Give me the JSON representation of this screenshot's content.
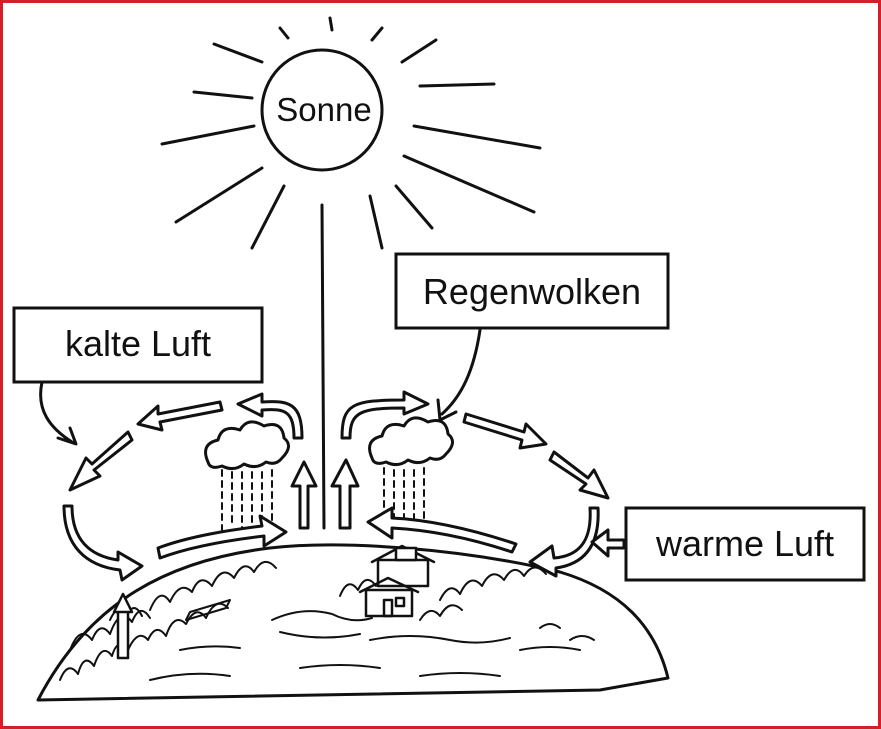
{
  "labels": {
    "sun": "Sonne",
    "rain_clouds": "Regenwolken",
    "cold_air": "kalte Luft",
    "warm_air": "warme Luft"
  },
  "colors": {
    "frame": "#d51f26",
    "ink": "#111111",
    "background": "#ffffff"
  }
}
